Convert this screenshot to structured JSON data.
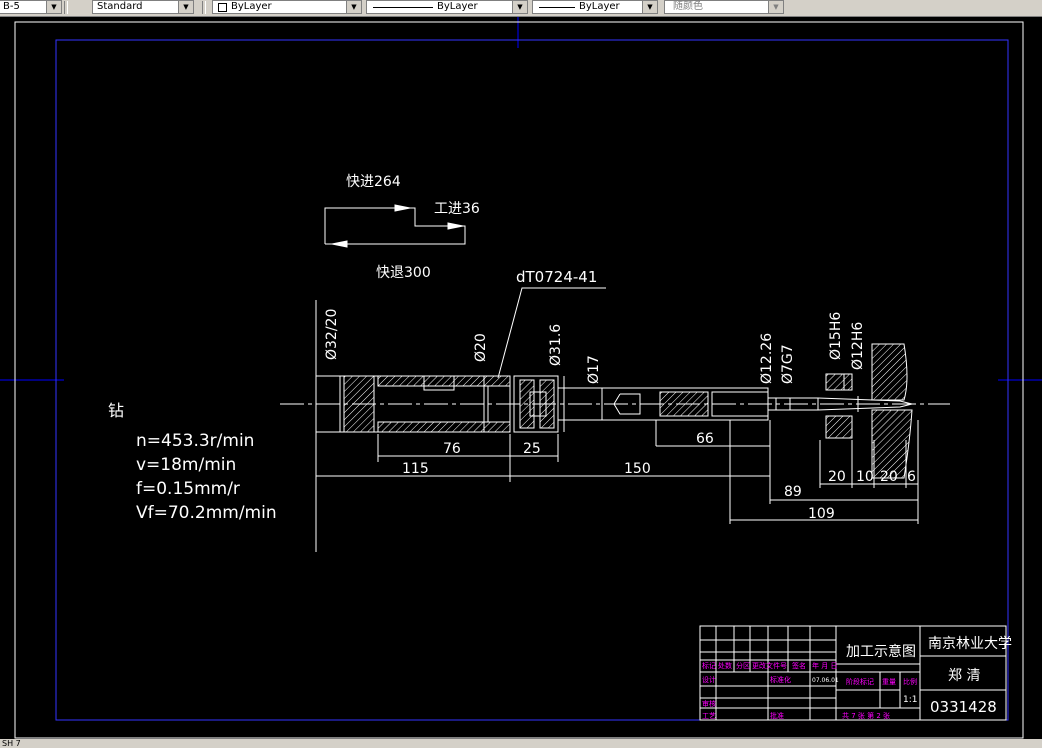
{
  "toolbar": {
    "dimstyle_value": "B-5",
    "textstyle_value": "Standard",
    "layer_color_value": "ByLayer",
    "linetype_value": "ByLayer",
    "lineweight_value": "ByLayer",
    "plotstyle_value": "随颜色"
  },
  "drawing": {
    "feed_rapid_in": "快进264",
    "feed_work": "工进36",
    "feed_rapid_out": "快退300",
    "tool_code": "dT0724-41",
    "op_name": "钻",
    "params": [
      "n=453.3r/min",
      "v=18m/min",
      "f=0.15mm/r",
      "Vf=70.2mm/min"
    ],
    "dims": {
      "d1": "Ø32/20",
      "d2": "Ø20",
      "d3": "Ø31.6",
      "d4": "Ø17",
      "d5": "Ø12.26",
      "d6": "Ø7G7",
      "d7": "Ø15H6",
      "d8": "Ø12H6",
      "l76": "76",
      "l25": "25",
      "l115": "115",
      "l150": "150",
      "l66": "66",
      "l20a": "20",
      "l10": "10",
      "l20b": "20",
      "l6": "6",
      "l89": "89",
      "l109": "109"
    }
  },
  "titleblock": {
    "drawing_title": "加工示意图",
    "school": "南京林业大学",
    "designer": "郑 清",
    "number": "0331428",
    "scale": "1:1",
    "sheets": "共 7 张  第 2 张",
    "h_mark": "标记",
    "h_count": "处数",
    "h_zone": "分区",
    "h_doc": "更改文件号",
    "h_sign": "签名",
    "h_date": "年 月 日",
    "h_design": "设计",
    "h_std": "标准化",
    "h_stage": "阶段标记",
    "h_weight": "重量",
    "h_ratio": "比例",
    "h_check": "审核",
    "h_process": "工艺",
    "h_approve": "批准",
    "date_val": "07.06.01"
  },
  "status": {
    "coords": "SH 7"
  }
}
